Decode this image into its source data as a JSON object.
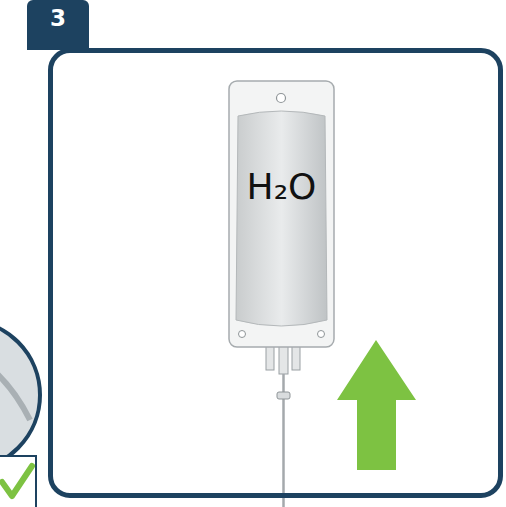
{
  "diagram": {
    "nodes": [
      {
        "text": [
          "3"
        ]
      },
      {
        "text": [
          "H₂O"
        ],
        "in": 0
      }
    ]
  }
}
